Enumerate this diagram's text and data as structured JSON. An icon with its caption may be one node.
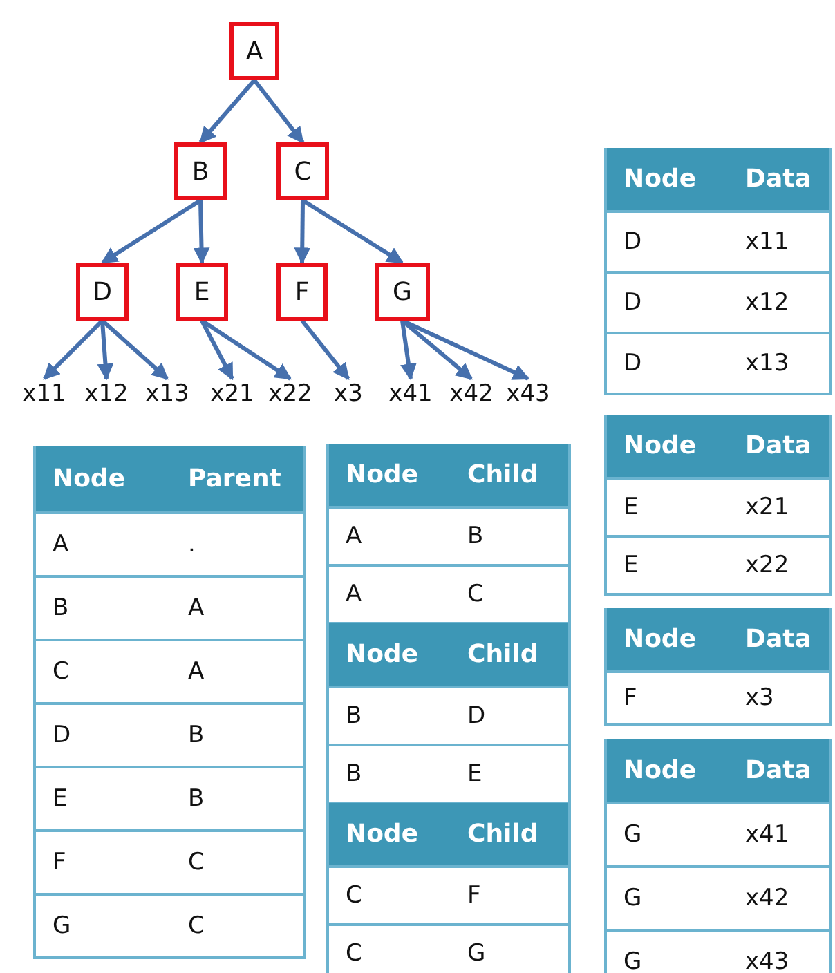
{
  "diagram": {
    "nodes": [
      {
        "text": [
          "A"
        ]
      },
      {
        "text": [
          "B"
        ]
      },
      {
        "text": [
          "C"
        ]
      },
      {
        "text": [
          "D"
        ]
      },
      {
        "text": [
          "E"
        ]
      },
      {
        "text": [
          "F"
        ]
      },
      {
        "text": [
          "G"
        ]
      },
      {
        "text": [
          "x11"
        ]
      },
      {
        "text": [
          "x12"
        ]
      },
      {
        "text": [
          "x13"
        ]
      },
      {
        "text": [
          "x21"
        ]
      },
      {
        "text": [
          "x22"
        ]
      },
      {
        "text": [
          "x3"
        ]
      },
      {
        "text": [
          "x41"
        ]
      },
      {
        "text": [
          "x42"
        ]
      },
      {
        "text": [
          "x43"
        ]
      }
    ],
    "edges": [
      {
        "from": 0,
        "to": 1,
        "arrow": "to"
      },
      {
        "from": 0,
        "to": 2,
        "arrow": "to"
      },
      {
        "from": 1,
        "to": 3,
        "arrow": "to"
      },
      {
        "from": 1,
        "to": 4,
        "arrow": "to"
      },
      {
        "from": 2,
        "to": 5,
        "arrow": "to"
      },
      {
        "from": 2,
        "to": 6,
        "arrow": "to"
      },
      {
        "from": 3,
        "to": 7,
        "arrow": "to"
      },
      {
        "from": 3,
        "to": 8,
        "arrow": "to"
      },
      {
        "from": 3,
        "to": 9,
        "arrow": "to"
      },
      {
        "from": 4,
        "to": 10,
        "arrow": "to"
      },
      {
        "from": 4,
        "to": 11,
        "arrow": "to"
      },
      {
        "from": 5,
        "to": 12,
        "arrow": "to"
      },
      {
        "from": 6,
        "to": 13,
        "arrow": "to"
      },
      {
        "from": 6,
        "to": 14,
        "arrow": "to"
      },
      {
        "from": 6,
        "to": 15,
        "arrow": "to"
      }
    ],
    "labels": [
      "Node",
      "Parent",
      "A",
      ".",
      "B",
      "A",
      "C",
      "A",
      "D",
      "B",
      "E",
      "B",
      "F",
      "C",
      "G",
      "C",
      "Node",
      "Child",
      "A",
      "B",
      "A",
      "C",
      "Node",
      "Child",
      "B",
      "D",
      "B",
      "E",
      "Node",
      "Child",
      "C",
      "F",
      "C",
      "G",
      "Node",
      "Data",
      "D",
      "x11",
      "D",
      "x12",
      "D",
      "x13",
      "Node",
      "Data",
      "E",
      "x21",
      "E",
      "x22",
      "Node",
      "Data",
      "F",
      "x3",
      "Node",
      "Data",
      "G",
      "x41",
      "G",
      "x42",
      "G",
      "x43"
    ]
  }
}
